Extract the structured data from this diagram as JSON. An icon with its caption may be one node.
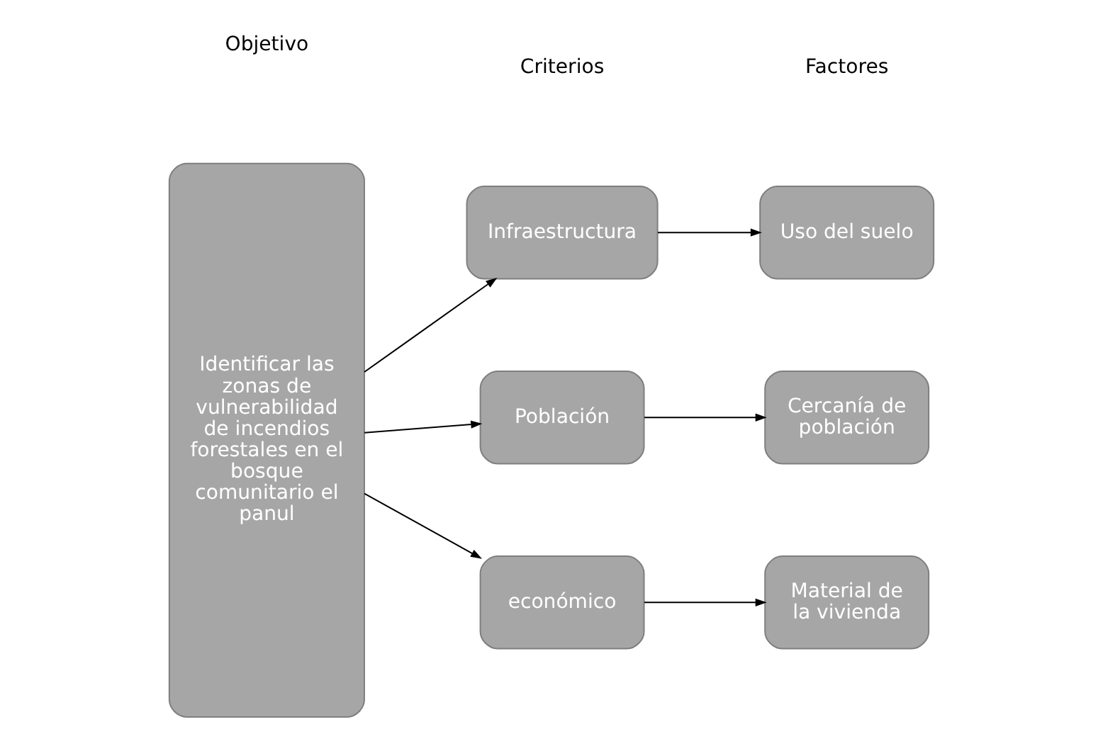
{
  "diagram": {
    "nodes": [
      {
        "text": [
          "Identificar las zonas de vulnerabilidad de incendios forestales en el bosque comunitario el panul"
        ]
      },
      {
        "text": [
          "Infraestructura"
        ]
      },
      {
        "text": [
          "Uso del suelo"
        ]
      },
      {
        "text": [
          "Población"
        ]
      },
      {
        "text": [
          "Cercanía de población"
        ]
      },
      {
        "text": [
          "económico"
        ]
      },
      {
        "text": [
          "Material de la vivienda"
        ]
      }
    ],
    "edges": [
      {
        "from": 0,
        "to": 1,
        "arrow": "to"
      },
      {
        "from": 1,
        "to": 2,
        "arrow": "to"
      },
      {
        "from": 0,
        "to": 3,
        "arrow": "to"
      },
      {
        "from": 3,
        "to": 4,
        "arrow": "to"
      },
      {
        "from": 0,
        "to": 5,
        "arrow": "to"
      },
      {
        "from": 5,
        "to": 6,
        "arrow": "to"
      }
    ],
    "labels": [
      "Objetivo",
      "Criterios",
      "Factores"
    ]
  }
}
